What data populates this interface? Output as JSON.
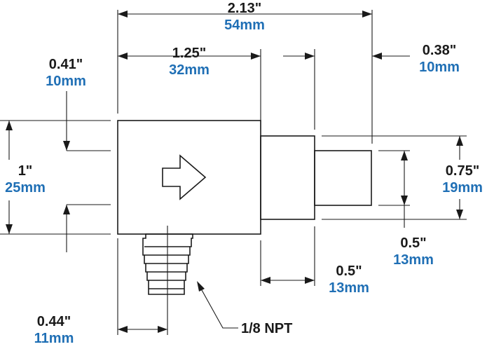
{
  "colors": {
    "imperial": "#1a1a1a",
    "metric": "#1f6fb5",
    "background": "#ffffff"
  },
  "dims": {
    "overall_length": {
      "imperial": "2.13\"",
      "metric": "54mm"
    },
    "body_length": {
      "imperial": "1.25\"",
      "metric": "32mm"
    },
    "tip_length": {
      "imperial": "0.38\"",
      "metric": "10mm"
    },
    "body_height": {
      "imperial": "1\"",
      "metric": "25mm"
    },
    "top_offset": {
      "imperial": "0.41\"",
      "metric": "10mm"
    },
    "tip_height": {
      "imperial": "0.75\"",
      "metric": "19mm"
    },
    "tip_diameter": {
      "imperial": "0.5\"",
      "metric": "13mm"
    },
    "collar_length": {
      "imperial": "0.5\"",
      "metric": "13mm"
    },
    "port_offset": {
      "imperial": "0.44\"",
      "metric": "11mm"
    }
  },
  "callouts": {
    "port_thread": "1/8 NPT"
  },
  "icons": {
    "flow_direction": "flow-arrow-icon"
  }
}
